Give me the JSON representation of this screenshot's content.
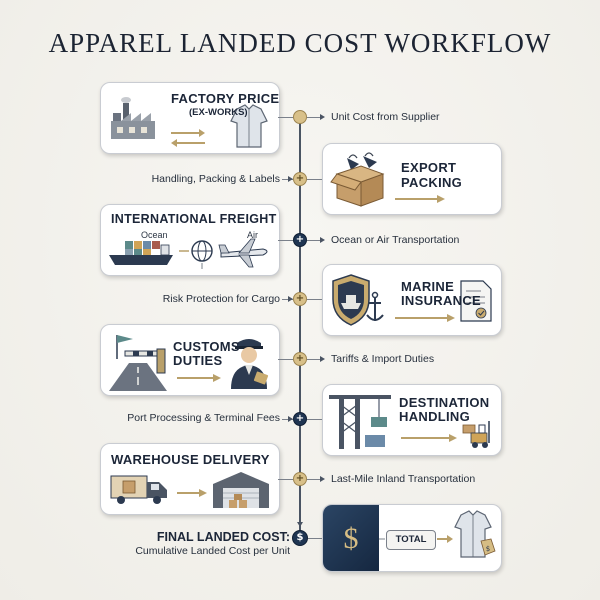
{
  "title": "APPAREL LANDED COST WORKFLOW",
  "steps": [
    {
      "title": "FACTORY PRICE",
      "subtitle": "(EX-WORKS)",
      "note": "Unit Cost from Supplier",
      "icon": "factory-icon"
    },
    {
      "title": "EXPORT",
      "title2": "PACKING",
      "note": "Handling, Packing & Labels",
      "icon": "box-icon"
    },
    {
      "title": "INTERNATIONAL FREIGHT",
      "label_ocean": "Ocean",
      "label_air": "Air",
      "note": "Ocean or Air Transportation",
      "icon": "ship-plane-icon"
    },
    {
      "title": "MARINE",
      "title2": "INSURANCE",
      "note": "Risk Protection for Cargo",
      "icon": "shield-icon"
    },
    {
      "title": "CUSTOMS",
      "title2": "DUTIES",
      "note": "Tariffs & Import Duties",
      "icon": "customs-officer-icon"
    },
    {
      "title": "DESTINATION",
      "title2": "HANDLING",
      "note": "Port Processing & Terminal Fees",
      "icon": "crane-icon"
    },
    {
      "title": "WAREHOUSE DELIVERY",
      "note": "Last-Mile Inland Transportation",
      "icon": "truck-icon"
    }
  ],
  "final": {
    "title": "FINAL LANDED COST:",
    "subtitle": "Cumulative Landed Cost per Unit",
    "total_label": "TOTAL",
    "icon": "dollar-icon"
  }
}
